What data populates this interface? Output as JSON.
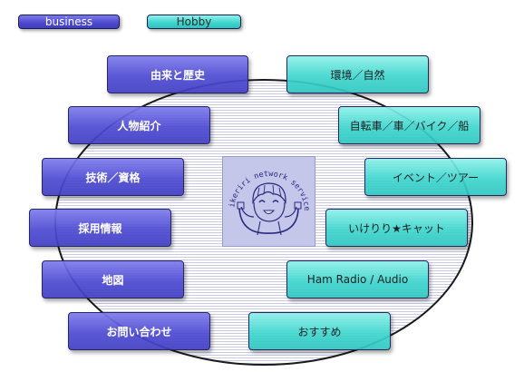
{
  "legend": {
    "business": "business",
    "hobby": "Hobby"
  },
  "business_items": [
    "由来と歴史",
    "人物紹介",
    "技術／資格",
    "採用情報",
    "地図",
    "お問い合わせ"
  ],
  "hobby_items": [
    "環境／自然",
    "自転車／車／バイク／船",
    "イベント／ツアー",
    "いけりり★キャット",
    "Ham Radio / Audio",
    "おすすめ"
  ],
  "logo": {
    "text": "ikeriri network service"
  },
  "colors": {
    "business": "#4c49cf",
    "hobby": "#3cd3cc",
    "ellipse_stripe": "#c9cbe6"
  }
}
